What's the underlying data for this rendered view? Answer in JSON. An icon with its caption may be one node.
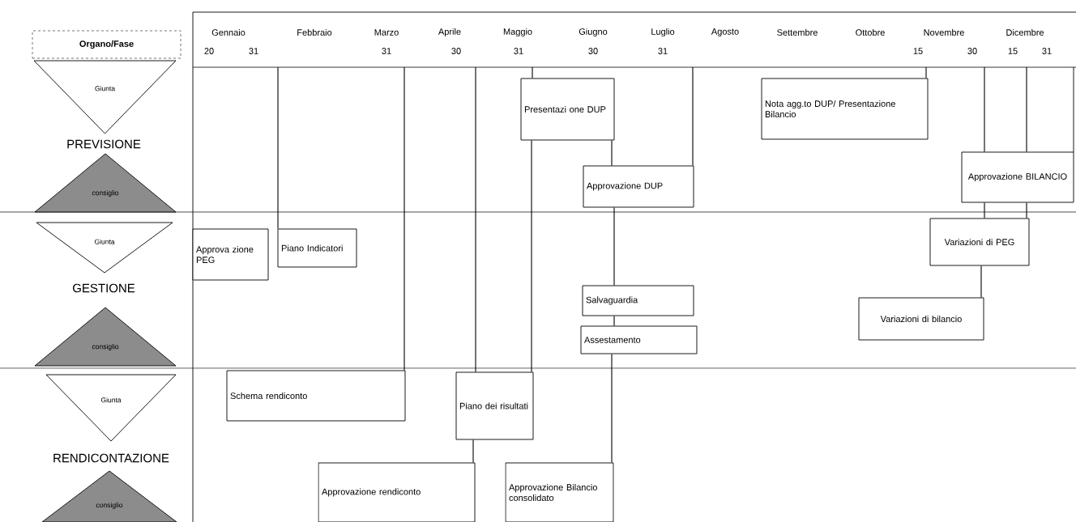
{
  "diagram": {
    "nodes": [
      {
        "text": [
          "Organo/Fase"
        ]
      },
      {
        "text": [
          "Giunta"
        ]
      },
      {
        "text": [
          "consiglio"
        ]
      },
      {
        "text": [
          "Giunta"
        ]
      },
      {
        "text": [
          "consiglio"
        ]
      },
      {
        "text": [
          "Giunta"
        ]
      },
      {
        "text": [
          "consiglio"
        ]
      },
      {
        "text": [
          "Approva zione PEG"
        ]
      },
      {
        "text": [
          "Piano Indicatori"
        ]
      },
      {
        "text": [
          "Nota agg.to DUP/ Presentazione Bilancio"
        ]
      },
      {
        "text": [
          "Presentazi one DUP"
        ]
      },
      {
        "text": [
          "Approvazione DUP"
        ]
      },
      {
        "text": [
          "Approvazione BILANCIO"
        ]
      },
      {
        "text": [
          "Variazioni di PEG"
        ]
      },
      {
        "text": [
          "Salvaguardia"
        ]
      },
      {
        "text": [
          "Assestamento"
        ]
      },
      {
        "text": [
          "Variazioni di bilancio"
        ]
      },
      {
        "text": [
          "Schema rendiconto"
        ]
      },
      {
        "text": [
          "Piano dei risultati"
        ]
      },
      {
        "text": [
          "Approvazione rendiconto"
        ]
      },
      {
        "text": [
          "Approvazione Bilancio consolidato"
        ]
      }
    ],
    "edges": [
      {
        "from": null,
        "to": 8,
        "arrow": "none"
      },
      {
        "from": null,
        "to": 17,
        "arrow": "none"
      },
      {
        "from": null,
        "to": 18,
        "arrow": "none"
      },
      {
        "from": 18,
        "to": 19,
        "arrow": "none"
      },
      {
        "from": null,
        "to": 10,
        "arrow": "none"
      },
      {
        "from": 10,
        "to": 18,
        "arrow": "none"
      },
      {
        "from": 10,
        "to": 11,
        "arrow": "none"
      },
      {
        "from": null,
        "to": 11,
        "arrow": "none"
      },
      {
        "from": 11,
        "to": 14,
        "arrow": "none"
      },
      {
        "from": 14,
        "to": 15,
        "arrow": "none"
      },
      {
        "from": 15,
        "to": 20,
        "arrow": "none"
      },
      {
        "from": null,
        "to": 9,
        "arrow": "none"
      },
      {
        "from": null,
        "to": 12,
        "arrow": "none"
      },
      {
        "from": null,
        "to": 12,
        "arrow": "none"
      },
      {
        "from": 12,
        "to": 13,
        "arrow": "none"
      },
      {
        "from": 12,
        "to": 13,
        "arrow": "none"
      },
      {
        "from": 13,
        "to": 16,
        "arrow": "none"
      }
    ],
    "labels": [
      "Gennaio",
      "20",
      "31",
      "Febbraio",
      "Marzo",
      "31",
      "Aprile",
      "30",
      "Maggio",
      "31",
      "Giugno",
      "30",
      "Luglio",
      "31",
      "Agosto",
      "Settembre",
      "Ottobre",
      "Novembre",
      "15",
      "30",
      "Dicembre",
      "15",
      "31",
      "PREVISIONE",
      "GESTIONE",
      "RENDICONTAZIONE"
    ]
  }
}
